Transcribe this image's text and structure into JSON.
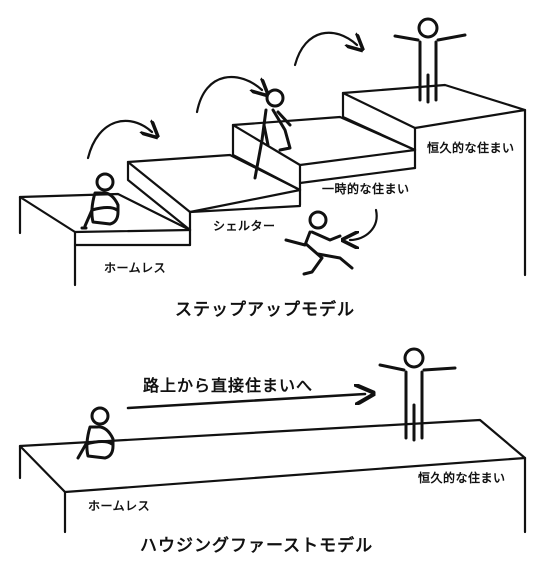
{
  "step_model": {
    "title": "ステップアップモデル",
    "labels": {
      "homeless": "ホームレス",
      "shelter": "シェルター",
      "temporary": "一時的な住まい",
      "permanent": "恒久的な住まい"
    }
  },
  "housing_first_model": {
    "title": "ハウジングファーストモデル",
    "arrow_text": "路上から直接住まいへ",
    "labels": {
      "homeless": "ホームレス",
      "permanent": "恒久的な住まい"
    }
  },
  "colors": {
    "ink": "#111111",
    "background": "#ffffff"
  },
  "icons": [
    "sitting-person-icon",
    "climbing-person-icon",
    "running-person-icon",
    "cheering-person-icon",
    "curved-arrow-icon"
  ]
}
